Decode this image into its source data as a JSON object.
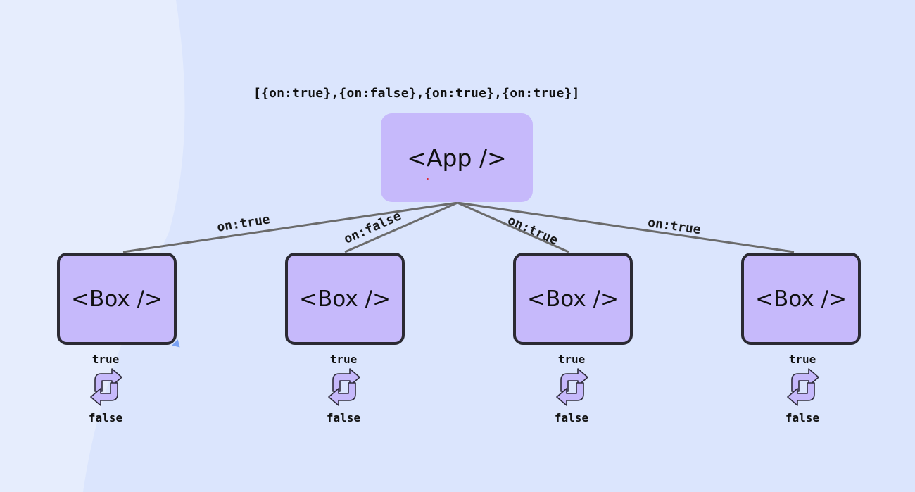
{
  "state_array": "[{on:true},{on:false},{on:true},{on:true}]",
  "app": {
    "label": "<App />"
  },
  "boxes": [
    {
      "label": "<Box />",
      "edge_label": "on:true",
      "top_state": "true",
      "bottom_state": "false"
    },
    {
      "label": "<Box />",
      "edge_label": "on:false",
      "top_state": "true",
      "bottom_state": "false"
    },
    {
      "label": "<Box />",
      "edge_label": "on:true",
      "top_state": "true",
      "bottom_state": "false"
    },
    {
      "label": "<Box />",
      "edge_label": "on:true",
      "top_state": "true",
      "bottom_state": "false"
    }
  ],
  "colors": {
    "background": "#dbe5fd",
    "background_left": "#e6edfd",
    "node_fill": "#c6b9fb",
    "node_border": "#2b2a33",
    "edge": "#6b6b6b",
    "icon_fill": "#c6b9fb"
  },
  "icons": {
    "toggle": "cycle-arrows-icon",
    "cursor": "mouse-cursor-icon"
  }
}
